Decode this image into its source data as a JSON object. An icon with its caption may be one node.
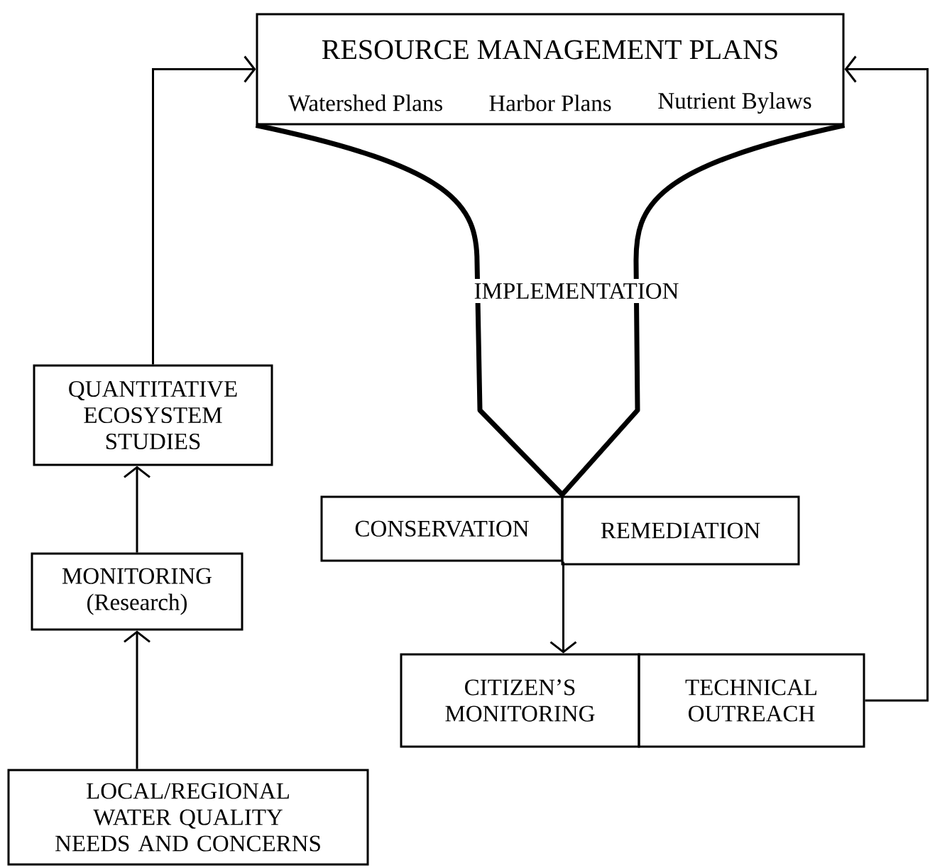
{
  "diagram": {
    "nodes": [
      {
        "text": [
          "RESOURCE MANAGEMENT PLANS",
          "Watershed Plans",
          "Harbor Plans",
          "Nutrient Bylaws"
        ]
      },
      {
        "text": [
          "CONSERVATION"
        ]
      },
      {
        "text": [
          "REMEDIATION"
        ]
      },
      {
        "text": [
          "CITIZEN’S MONITORING"
        ]
      },
      {
        "text": [
          "TECHNICAL OUTREACH"
        ]
      },
      {
        "text": [
          "QUANTITATIVE ECOSYSTEM STUDIES"
        ]
      },
      {
        "text": [
          "MONITORING (Research)"
        ]
      },
      {
        "text": [
          "LOCAL/REGIONAL WATER QUALITY NEEDS AND CONCERNS"
        ]
      }
    ],
    "edges": [
      {
        "from": 0,
        "to": 1,
        "arrow": "none",
        "style": "thick"
      },
      {
        "from": 0,
        "to": 2,
        "arrow": "none",
        "style": "thick"
      },
      {
        "from": 1,
        "to": 3,
        "arrow": "to"
      },
      {
        "from": 4,
        "to": 0,
        "arrow": "to"
      },
      {
        "from": 7,
        "to": 6,
        "arrow": "to"
      },
      {
        "from": 6,
        "to": 5,
        "arrow": "to"
      },
      {
        "from": 5,
        "to": 0,
        "arrow": "to"
      }
    ],
    "labels": [
      "IMPLEMENTATION"
    ]
  }
}
